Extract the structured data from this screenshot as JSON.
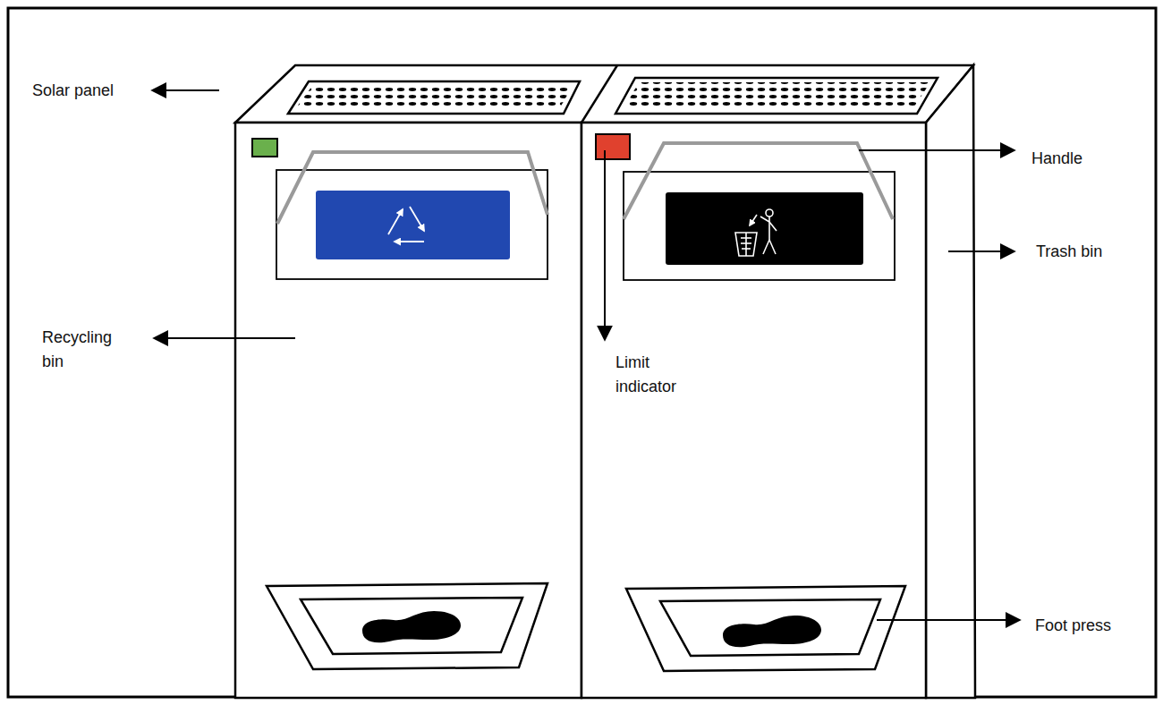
{
  "diagram": {
    "labels": [
      "Solar panel",
      "Handle",
      "Trash bin",
      "Recycling bin",
      "Limit indicator",
      "Foot press"
    ]
  }
}
